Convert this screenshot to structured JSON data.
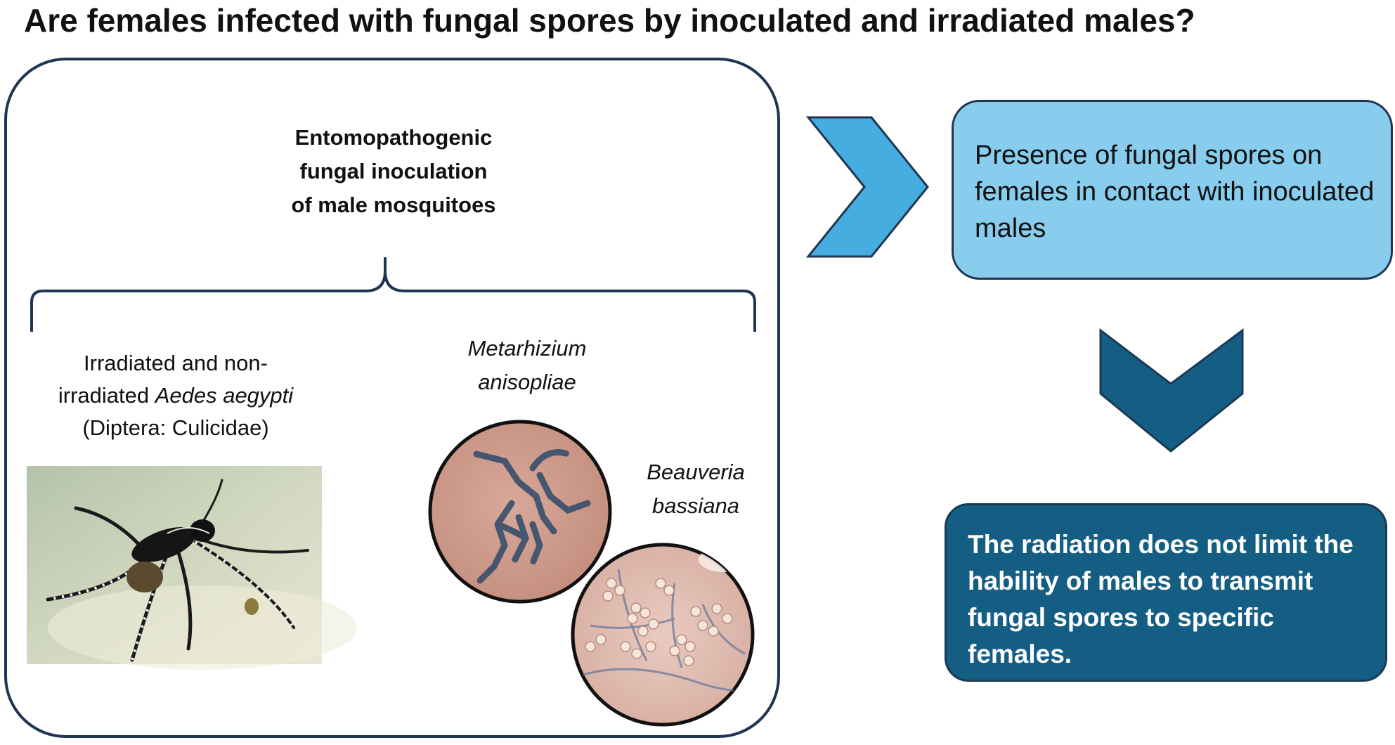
{
  "title": "Are females infected with fungal spores by inoculated and irradiated males?",
  "panel": {
    "heading_lines": [
      "Entomopathogenic",
      "fungal inoculation",
      "of male mosquitoes"
    ],
    "species_line1": "Irradiated and non-",
    "species_line2_prefix": "irradiated ",
    "species_line2_italic": "Aedes aegypti",
    "species_line3": "(Diptera: Culicidae)",
    "fungus1_lines": [
      "Metarhizium",
      "anisopliae"
    ],
    "fungus2_lines": [
      "Beauveria",
      "bassiana"
    ]
  },
  "result_box": {
    "text": "Presence of fungal spores on females in contact with inoculated males"
  },
  "conclusion_box": {
    "text": "The radiation does not limit the hability of males to transmit fungal spores to specific females."
  },
  "colors": {
    "border_dark": "#1f3552",
    "light_blue": "#89cdee",
    "arrow_light": "#46ade0",
    "dark_teal": "#145e84"
  }
}
